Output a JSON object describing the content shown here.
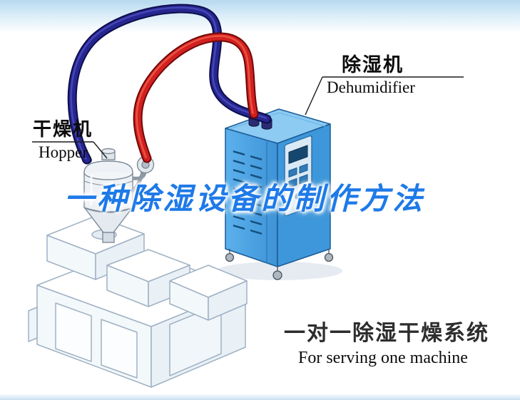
{
  "title": {
    "text": "一种除湿设备的制作方法"
  },
  "labels": {
    "hopper": {
      "cn": "干燥机",
      "en": "Hopper"
    },
    "dehumidifier": {
      "cn": "除湿机",
      "en": "Dehumidifier"
    },
    "system": {
      "cn": "一对一除湿干燥系统",
      "en": "For serving one machine"
    }
  },
  "hoses": [
    {
      "name": "blue-hose",
      "color": "#26268f"
    },
    {
      "name": "red-hose",
      "color": "#d32020"
    }
  ],
  "colors": {
    "title_blue": "#1e7ae8",
    "cabinet_blue": "#4aa5e6",
    "hose_red": "#d32020",
    "hose_navy": "#26268f",
    "banner_blue": "#b7d9f0",
    "line_art_gray": "#9fb1c3"
  }
}
